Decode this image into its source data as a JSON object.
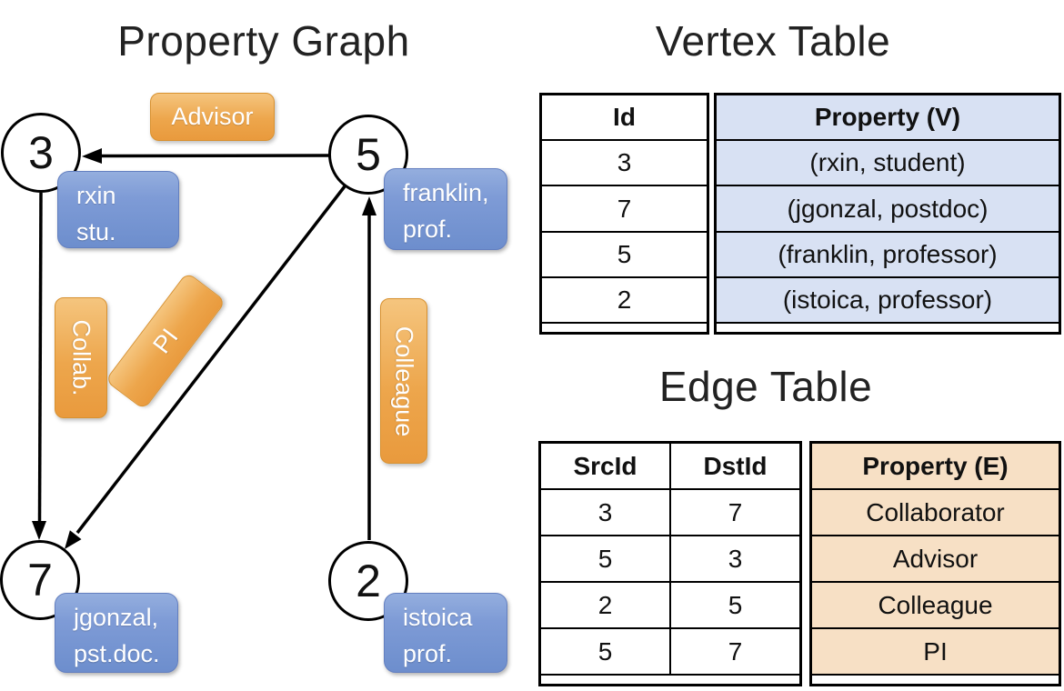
{
  "graph_panel": {
    "title": "Property Graph",
    "nodes": [
      {
        "id": "3",
        "property_line1": "rxin",
        "property_line2": "stu."
      },
      {
        "id": "5",
        "property_line1": "franklin,",
        "property_line2": "prof."
      },
      {
        "id": "7",
        "property_line1": "jgonzal,",
        "property_line2": "pst.doc."
      },
      {
        "id": "2",
        "property_line1": "istoica",
        "property_line2": "prof."
      }
    ],
    "edges": [
      {
        "label": "Advisor",
        "from": "5",
        "to": "3"
      },
      {
        "label": "Collab.",
        "from": "3",
        "to": "7"
      },
      {
        "label": "PI",
        "from": "5",
        "to": "7"
      },
      {
        "label": "Colleague",
        "from": "2",
        "to": "5"
      }
    ]
  },
  "vertex_table": {
    "title": "Vertex Table",
    "columns": {
      "id": "Id",
      "property": "Property (V)"
    },
    "rows": [
      {
        "id": "3",
        "property": "(rxin, student)"
      },
      {
        "id": "7",
        "property": "(jgonzal, postdoc)"
      },
      {
        "id": "5",
        "property": "(franklin, professor)"
      },
      {
        "id": "2",
        "property": "(istoica, professor)"
      }
    ]
  },
  "edge_table": {
    "title": "Edge Table",
    "columns": {
      "src": "SrcId",
      "dst": "DstId",
      "property": "Property (E)"
    },
    "rows": [
      {
        "src": "3",
        "dst": "7",
        "property": "Collaborator"
      },
      {
        "src": "5",
        "dst": "3",
        "property": "Advisor"
      },
      {
        "src": "2",
        "dst": "5",
        "property": "Colleague"
      },
      {
        "src": "5",
        "dst": "7",
        "property": "PI"
      }
    ]
  },
  "colors": {
    "edge_label_fill": "#eda64c",
    "node_label_fill": "#7e9bd6",
    "vertex_property_cell": "#d8e1f3",
    "edge_property_cell": "#f7e0c5",
    "line": "#000000",
    "label_text": "#ffffff"
  }
}
